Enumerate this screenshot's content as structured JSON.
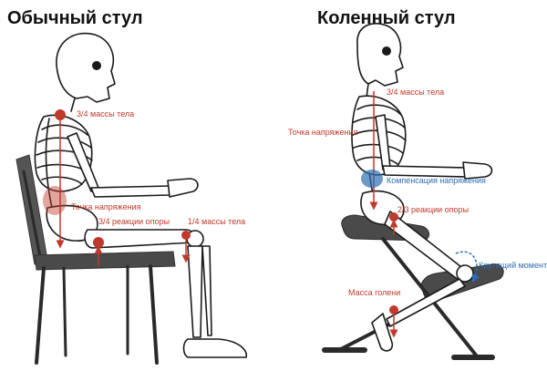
{
  "titles": {
    "left": "Обычный стул",
    "right": "Коленный стул"
  },
  "colors": {
    "accent_red": "#c0392b",
    "accent_blue": "#2e6db4",
    "chair": "#3a3a3a",
    "bone_stroke": "#1a1a1a",
    "background": "#ffffff"
  },
  "left_panel": {
    "labels": {
      "mass_3_4": "3/4 массы тела",
      "tension_point": "Точка напряжения",
      "support_3_4": "3/4 реакции опоры",
      "mass_1_4": "1/4 массы тела"
    }
  },
  "right_panel": {
    "labels": {
      "mass_3_4": "3/4 массы тела",
      "tension_point": "Точка напряжения",
      "compensation": "Компенсация напряжения",
      "support_2_3": "2/3 реакции опоры",
      "torque": "Крутящий момент",
      "shin_mass": "Масса голени"
    }
  }
}
